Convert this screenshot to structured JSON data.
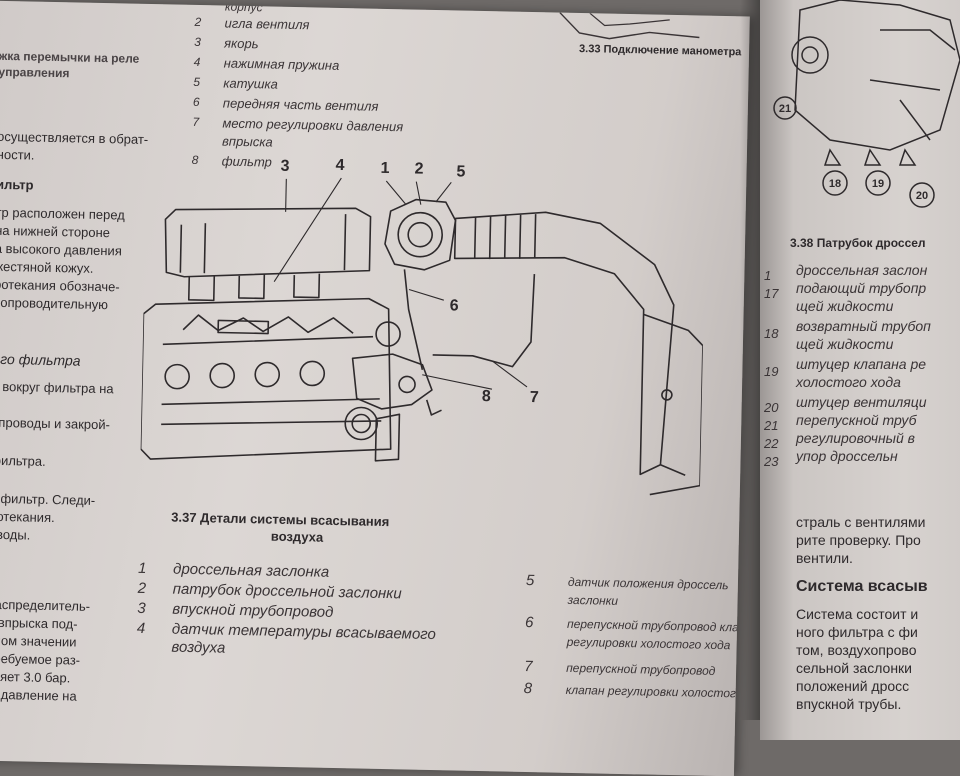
{
  "left_column": {
    "lines": [
      "жка перемычки на реле",
      "управления",
      "осуществляется в обрат-",
      "ности.",
      "ильтр",
      "тр расположен перед",
      "на нижней стороне",
      "а высокого давления",
      "жестяной кожух.",
      "ротекания обозначе-",
      "сопроводительную",
      "ого фильтра",
      "ь вокруг фильтра на",
      "опроводы и закрой-",
      "фильтра.",
      "й фильтр. Следи-",
      "ротекания.",
      "оводы.",
      "распределитель-",
      "й впрыска под-",
      "нном значении",
      "Требуемое раз-",
      "вляет 3.0 бар.",
      "го давление на"
    ]
  },
  "top_legend": {
    "items": [
      {
        "num": "",
        "text": "корпус"
      },
      {
        "num": "2",
        "text": "игла вентиля"
      },
      {
        "num": "3",
        "text": "якорь"
      },
      {
        "num": "4",
        "text": "нажимная пружина"
      },
      {
        "num": "5",
        "text": "катушка"
      },
      {
        "num": "6",
        "text": "передняя часть вентиля"
      },
      {
        "num": "7",
        "text": "место регулировки давления"
      },
      {
        "num": "",
        "text": "впрыска"
      },
      {
        "num": "8",
        "text": "фильтр"
      }
    ]
  },
  "top_caption": "3.33 Подключение манометра",
  "figure": {
    "callouts": [
      "3",
      "4",
      "1",
      "2",
      "5",
      "6",
      "8",
      "7"
    ],
    "caption_line1": "3.37 Детали системы всасывания",
    "caption_line2": "воздуха"
  },
  "legend": {
    "left": [
      {
        "num": "1",
        "text": "дроссельная заслонка"
      },
      {
        "num": "2",
        "text": "патрубок дроссельной заслонки"
      },
      {
        "num": "3",
        "text": "впускной трубопровод"
      },
      {
        "num": "4",
        "text": "датчик температуры всасываемого"
      },
      {
        "num": "",
        "text": "воздуха"
      }
    ],
    "right": [
      {
        "num": "5",
        "text": "датчик положения дроссель"
      },
      {
        "num": "",
        "text": "заслонки"
      },
      {
        "num": "6",
        "text": "перепускной трубопровод кла"
      },
      {
        "num": "",
        "text": "регулировки холостого хода"
      },
      {
        "num": "7",
        "text": "перепускной трубопровод"
      },
      {
        "num": "8",
        "text": "клапан регулировки холостого"
      }
    ]
  },
  "right_page": {
    "figure_labels": [
      "21",
      "18",
      "19",
      "20"
    ],
    "caption": "3.38 Патрубок дроссел",
    "legend": [
      {
        "num": "1",
        "text": "дроссельная заслон"
      },
      {
        "num": "17",
        "text": "подающий трубопр"
      },
      {
        "num": "",
        "text": "щей жидкости"
      },
      {
        "num": "18",
        "text": "возвратный трубоп"
      },
      {
        "num": "",
        "text": "щей жидкости"
      },
      {
        "num": "19",
        "text": "штуцер клапана ре"
      },
      {
        "num": "",
        "text": "холостого хода"
      },
      {
        "num": "20",
        "text": "штуцер вентиляци"
      },
      {
        "num": "21",
        "text": "перепускной труб"
      },
      {
        "num": "22",
        "text": "регулировочный в"
      },
      {
        "num": "23",
        "text": "упор дроссельн"
      }
    ],
    "body_lines": [
      "страль с вентилями",
      "рите проверку. Про",
      "вентили."
    ],
    "heading": "Система всасыв",
    "body2_lines": [
      "Система состоит и",
      "ного фильтра с фи",
      "том, воздухопрово",
      "сельной заслонки",
      "положений дросс",
      "впускной трубы."
    ]
  }
}
